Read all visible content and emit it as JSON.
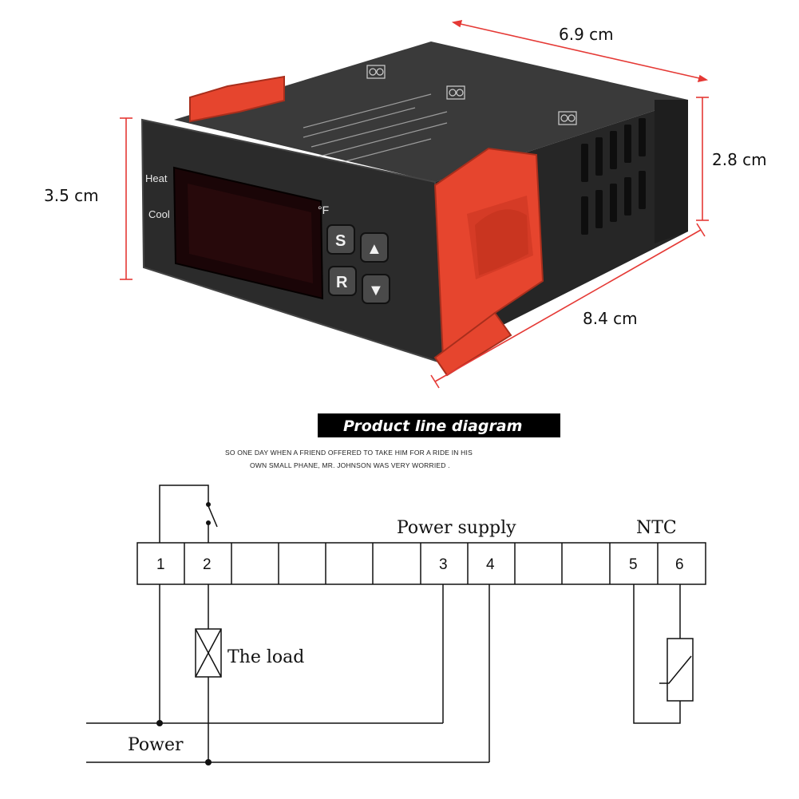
{
  "dimensions": {
    "width": "6.9 cm",
    "depth": "8.4 cm",
    "side_height": "2.8 cm",
    "front_height": "3.5 cm"
  },
  "device": {
    "indicator_heat": "Heat",
    "indicator_cool": "Cool",
    "unit_symbol": "°F",
    "buttons": [
      "S",
      "R",
      "▲",
      "▼"
    ],
    "colors": {
      "body": "#2b2b2b",
      "clip": "#e6452e",
      "display": "#1a0507"
    }
  },
  "diagram": {
    "header": "Product line diagram",
    "subtitle_line1": "SO ONE DAY WHEN A FRIEND OFFERED TO TAKE HIM FOR A RIDE IN HIS",
    "subtitle_line2": "OWN SMALL PHANE, MR. JOHNSON WAS VERY WORRIED .",
    "terminals": [
      "1",
      "2",
      "",
      "",
      "",
      "",
      "3",
      "4",
      "",
      "",
      "5",
      "6"
    ],
    "label_power_supply": "Power supply",
    "label_ntc": "NTC",
    "label_load": "The load",
    "label_power": "Power"
  }
}
